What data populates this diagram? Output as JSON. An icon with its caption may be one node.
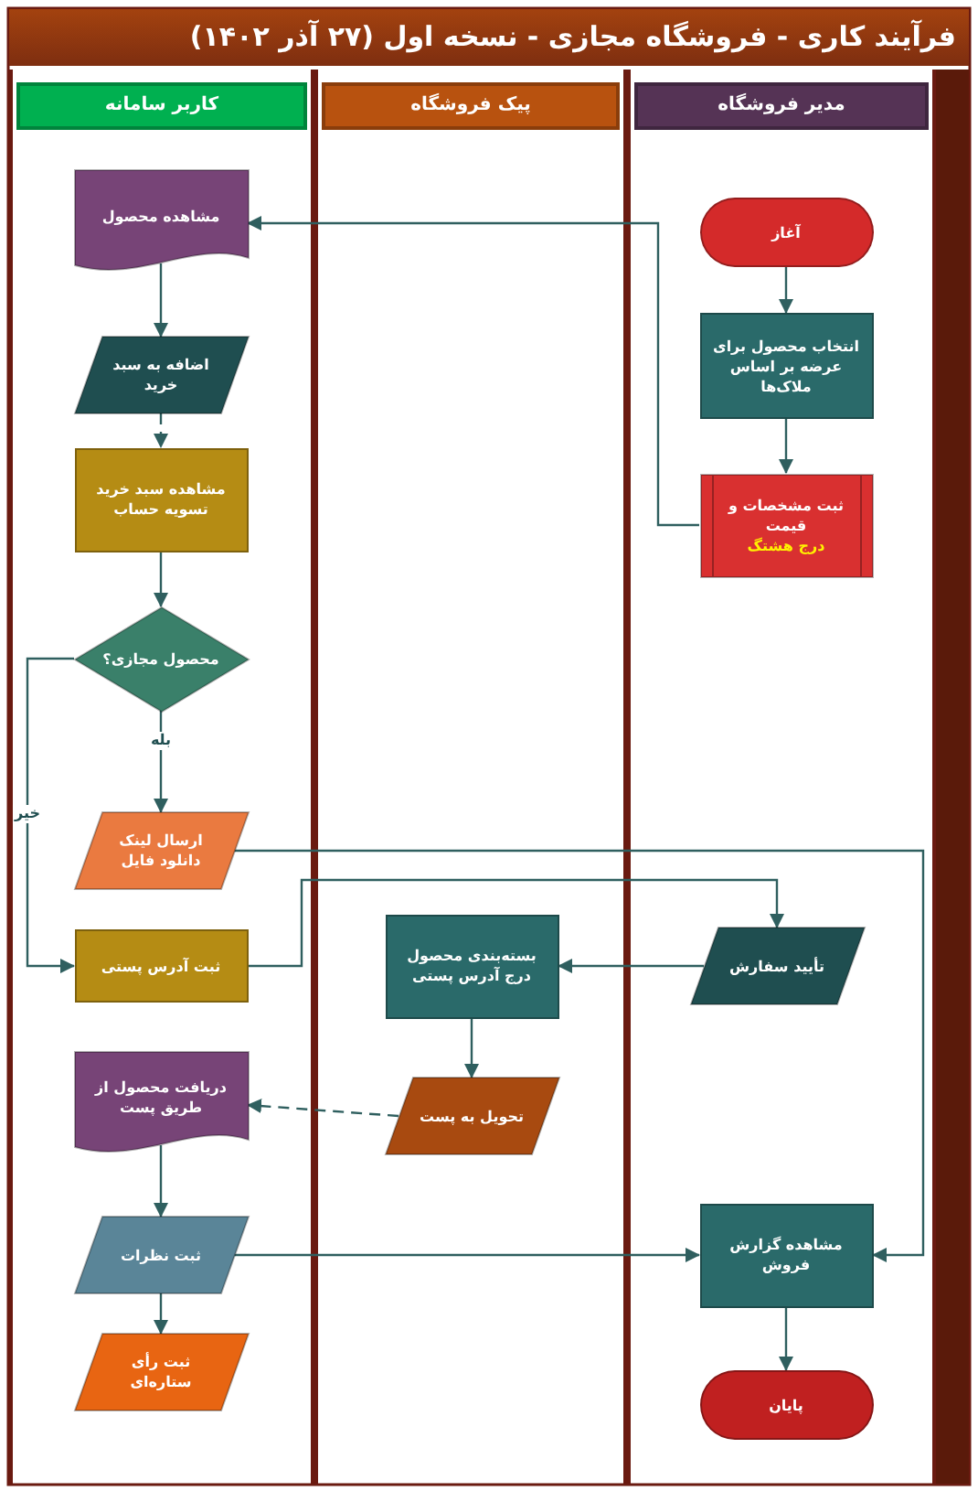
{
  "diagram": {
    "title": "فرآیند کاری - فروشگاه مجازی - نسخه اول (۲۷ آذر ۱۴۰۲)",
    "nodes": [
      {
        "text": [
          "مدیر فروشگاه"
        ]
      },
      {
        "text": [
          "پیک فروشگاه"
        ]
      },
      {
        "text": [
          "کاربر سامانه"
        ]
      },
      {
        "text": [
          "آغاز"
        ],
        "in": 0
      },
      {
        "text": [
          "انتخاب محصول برای عرضه بر اساس ملاک‌ها"
        ],
        "in": 0
      },
      {
        "text": [
          "ثبت مشخصات و قیمت",
          "درج هشتگ"
        ],
        "in": 0
      },
      {
        "text": [
          "مشاهده محصول"
        ],
        "in": 2
      },
      {
        "text": [
          "اضافه به سبد خرید"
        ],
        "in": 2
      },
      {
        "text": [
          "مشاهده سبد خرید تسویه حساب"
        ],
        "in": 2
      },
      {
        "text": [
          "محصول مجازی؟"
        ],
        "in": 2
      },
      {
        "text": [
          "ارسال لینک دانلود فایل"
        ],
        "in": 2
      },
      {
        "text": [
          "ثبت آدرس پستی"
        ],
        "in": 2
      },
      {
        "text": [
          "تأیید سفارش"
        ],
        "in": 0
      },
      {
        "text": [
          "بسته‌بندی محصول درج آدرس پستی"
        ],
        "in": 1
      },
      {
        "text": [
          "تحویل به پست"
        ],
        "in": 1
      },
      {
        "text": [
          "دریافت محصول از طریق پست"
        ],
        "in": 2
      },
      {
        "text": [
          "ثبت نظرات"
        ],
        "in": 2
      },
      {
        "text": [
          "ثبت رأی ستاره‌ای"
        ],
        "in": 2
      },
      {
        "text": [
          "مشاهده گزارش فروش"
        ],
        "in": 0
      },
      {
        "text": [
          "پایان"
        ],
        "in": 0
      }
    ],
    "edges": [
      {
        "from": 3,
        "to": 4,
        "arrow": "to"
      },
      {
        "from": 4,
        "to": 5,
        "arrow": "to"
      },
      {
        "from": 5,
        "to": 6,
        "arrow": "to"
      },
      {
        "from": 6,
        "to": 7,
        "arrow": "to"
      },
      {
        "from": 7,
        "to": 8,
        "arrow": "to",
        "style": "dashed"
      },
      {
        "from": 8,
        "to": 9,
        "arrow": "to"
      },
      {
        "from": 9,
        "to": 10,
        "arrow": "to",
        "label": "بله"
      },
      {
        "from": 9,
        "to": 11,
        "arrow": "to",
        "label": "خیر"
      },
      {
        "from": 10,
        "to": 18,
        "arrow": "to"
      },
      {
        "from": 11,
        "to": 12,
        "arrow": "to"
      },
      {
        "from": 12,
        "to": 13,
        "arrow": "to"
      },
      {
        "from": 13,
        "to": 14,
        "arrow": "to"
      },
      {
        "from": 14,
        "to": 15,
        "arrow": "to",
        "style": "dashed"
      },
      {
        "from": 15,
        "to": 16,
        "arrow": "to"
      },
      {
        "from": 16,
        "to": 18,
        "arrow": "to"
      },
      {
        "from": 16,
        "to": 17,
        "arrow": "to"
      },
      {
        "from": 18,
        "to": 19,
        "arrow": "to"
      }
    ]
  }
}
